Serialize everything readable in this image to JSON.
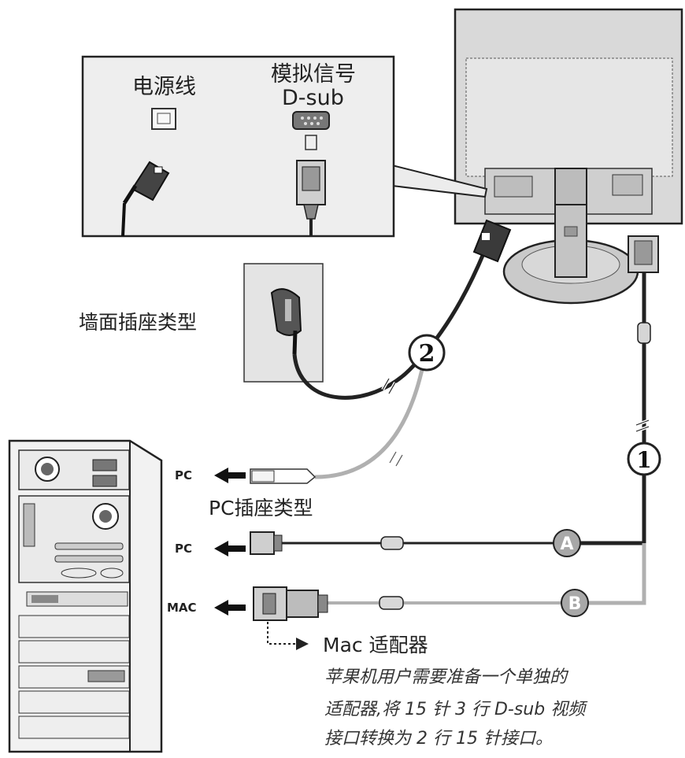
{
  "callout": {
    "power_label": "电源线",
    "signal_label": "模拟信号",
    "dsub_label": "D-sub"
  },
  "wall_outlet_label": "墙面插座类型",
  "pc_outlet_label": "PC插座类型",
  "markers": {
    "one": "1",
    "two": "2",
    "a": "A",
    "b": "B"
  },
  "ports": {
    "pc_power": "PC",
    "pc_video": "PC",
    "mac": "MAC"
  },
  "mac_adapter": {
    "title": "Mac 适配器",
    "lines": [
      "苹果机用户需要准备一个单独的",
      "适配器,将  15 针 3 行 D-sub 视频",
      "接口转换为  2 行 15 针接口。"
    ]
  },
  "colors": {
    "line": "#222222",
    "gray_cable": "#b0b0b0",
    "panel_fill": "#eeeeee",
    "monitor_fill": "#d8d8d8",
    "badge_fill": "#a8a8a8"
  }
}
